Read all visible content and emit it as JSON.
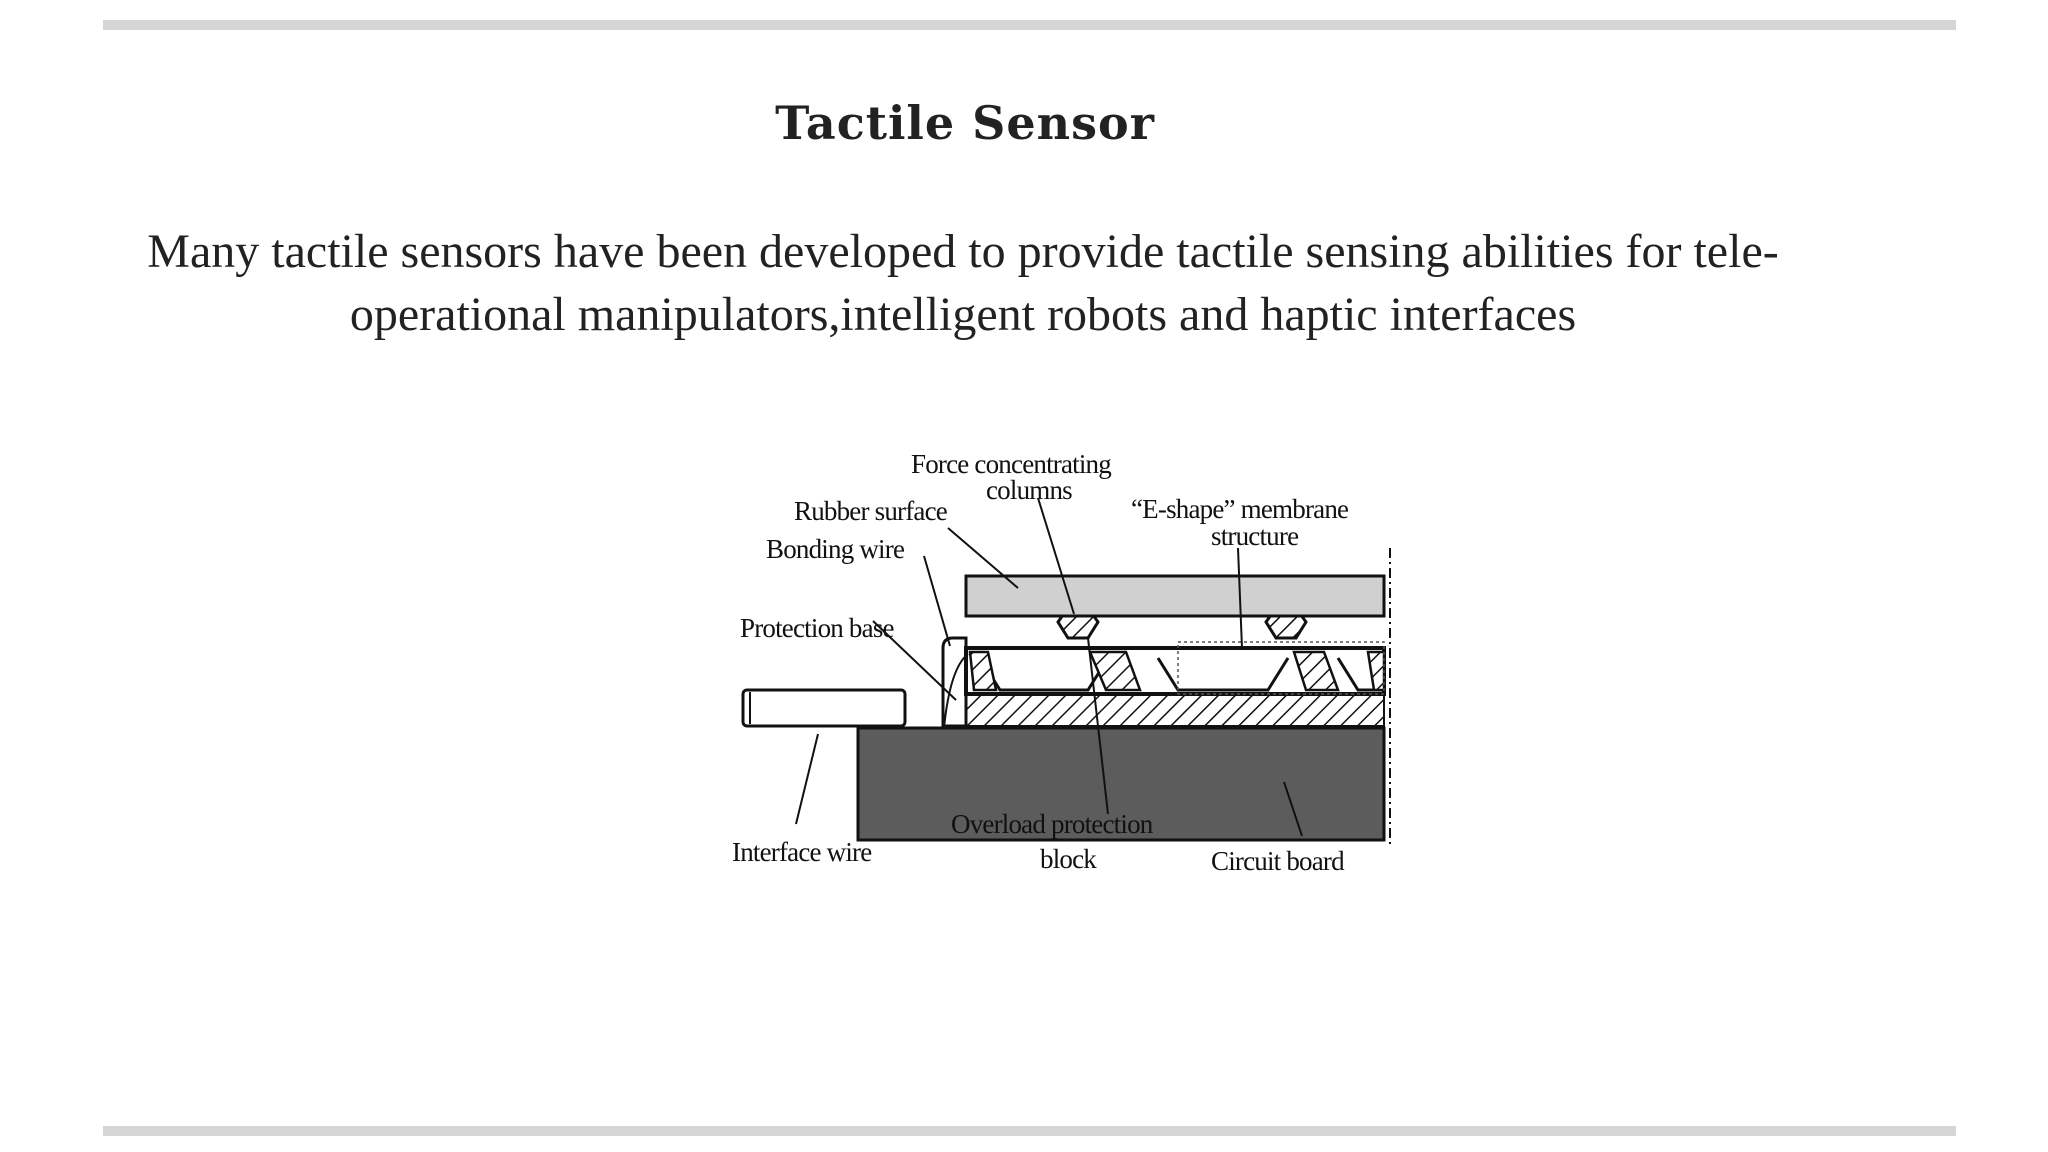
{
  "slide": {
    "title": "Tactile Sensor",
    "body": "Many tactile sensors have been developed to provide tactile sensing abilities for tele-operational manipulators,intelligent robots and haptic interfaces"
  },
  "diagram": {
    "labels": {
      "force_columns_1": "Force concentrating",
      "force_columns_2": "columns",
      "rubber_surface": "Rubber surface",
      "bonding_wire": "Bonding wire",
      "e_shape_1": "“E-shape” membrane",
      "e_shape_2": "structure",
      "protection_base": "Protection base",
      "interface_wire": "Interface wire",
      "overload_1": "Overload protection",
      "overload_2": "block",
      "circuit_board": "Circuit board"
    }
  }
}
